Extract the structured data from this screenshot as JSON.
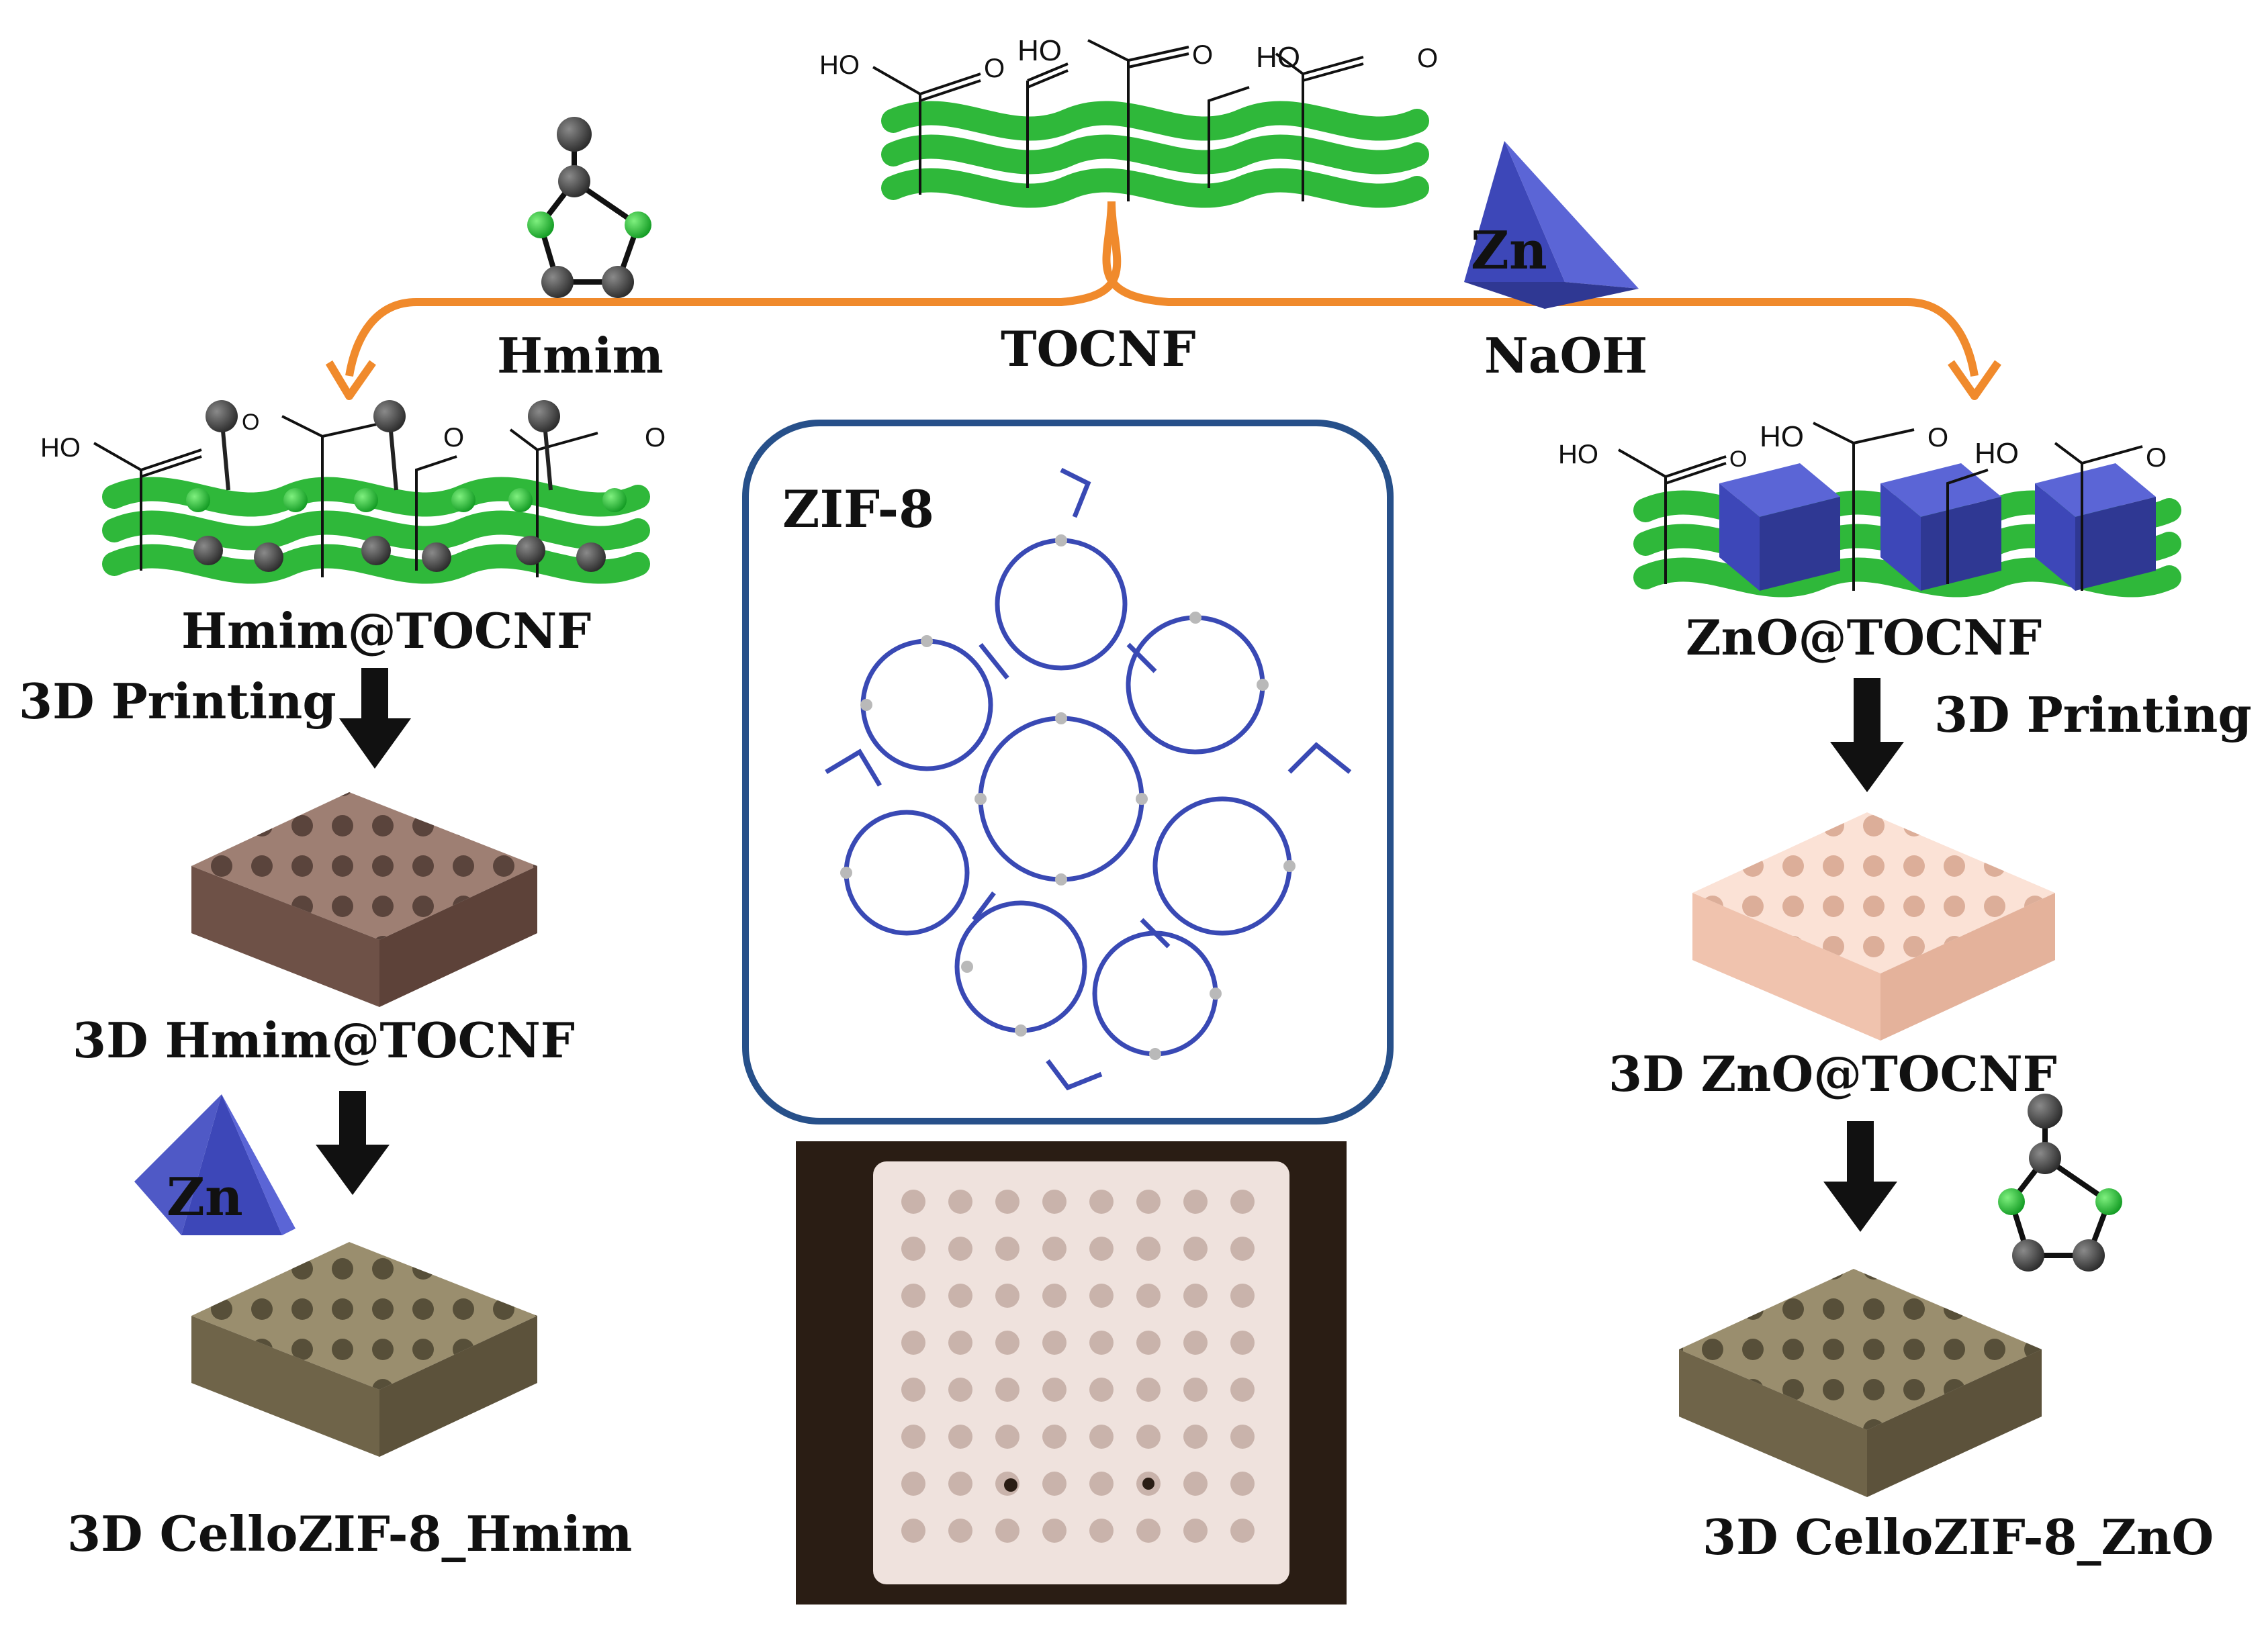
{
  "labels": {
    "tocnf": "TOCNF",
    "hmim": "Hmim",
    "naoh": "NaOH",
    "zn": "Zn",
    "hmim_tocnf": "Hmim@TOCNF",
    "zno_tocnf": "ZnO@TOCNF",
    "printing": "3D Printing",
    "hmim_3d": "3D Hmim@TOCNF",
    "zno_3d": "3D ZnO@TOCNF",
    "cello_hmim": "3D CelloZIF-8_Hmim",
    "cello_zno": "3D CelloZIF-8_ZnO",
    "zif8": "ZIF-8"
  },
  "chem": {
    "ho": "HO",
    "o": "O"
  },
  "colors": {
    "fiber": "#2fb83a",
    "arrow": "#f08a2c",
    "zn_tetra": "#4a55c8",
    "hmim_block": "#7d5e52",
    "zno_block": "#f5cdb9",
    "cello_block": "#7c7155",
    "zif_frame": "#27508a",
    "zif_bond": "#3949b4",
    "photo_bg": "#2a1d14",
    "photo_scaffold": "#efe2dd"
  }
}
